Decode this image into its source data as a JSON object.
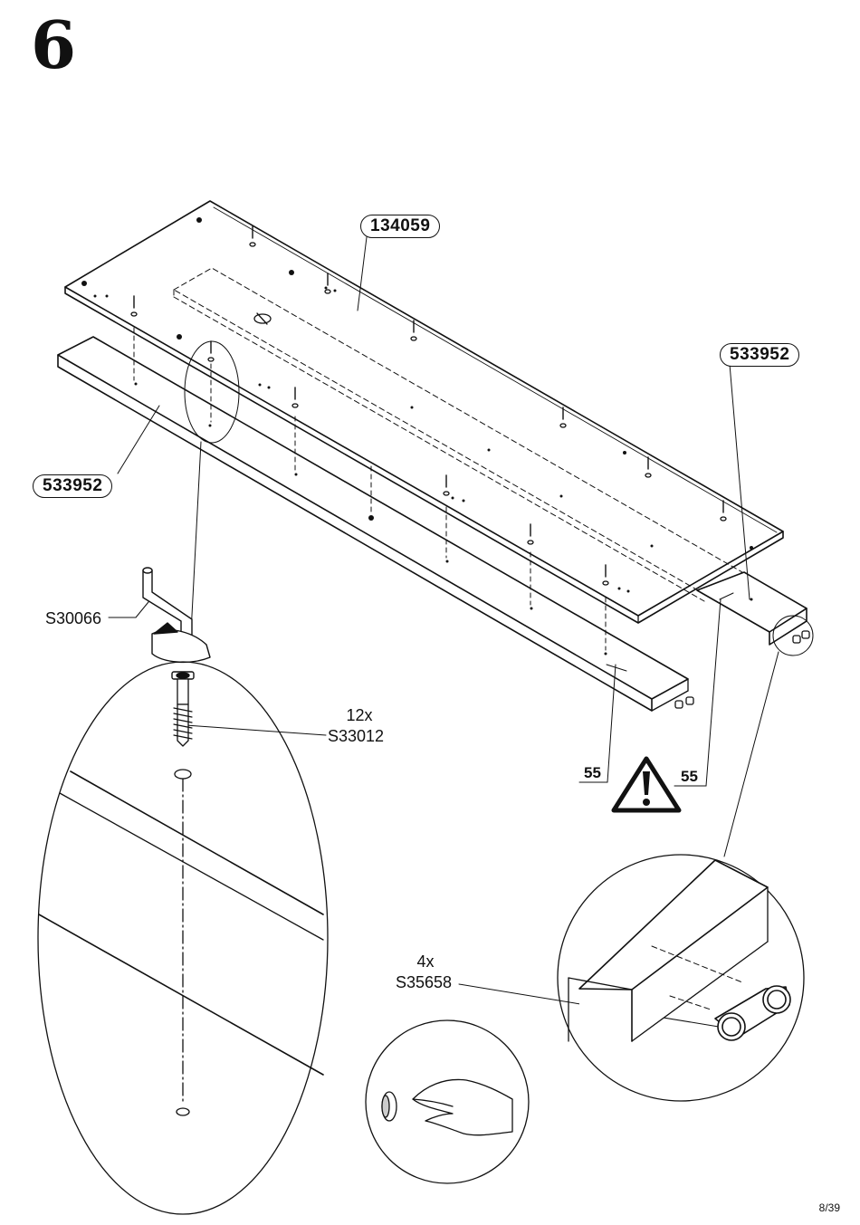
{
  "step": {
    "number": "6"
  },
  "parts": {
    "top_panel": "134059",
    "rail_right": "533952",
    "rail_left": "533952"
  },
  "hardware": {
    "tool": {
      "code": "S30066"
    },
    "screw": {
      "qty": "12x",
      "code": "S33012"
    },
    "plug": {
      "qty": "4x",
      "code": "S35658"
    }
  },
  "dimensions": {
    "left": "55",
    "right": "55"
  },
  "warning": {
    "icon": "exclamation-warning-icon"
  },
  "footer": {
    "page": "8/39"
  }
}
